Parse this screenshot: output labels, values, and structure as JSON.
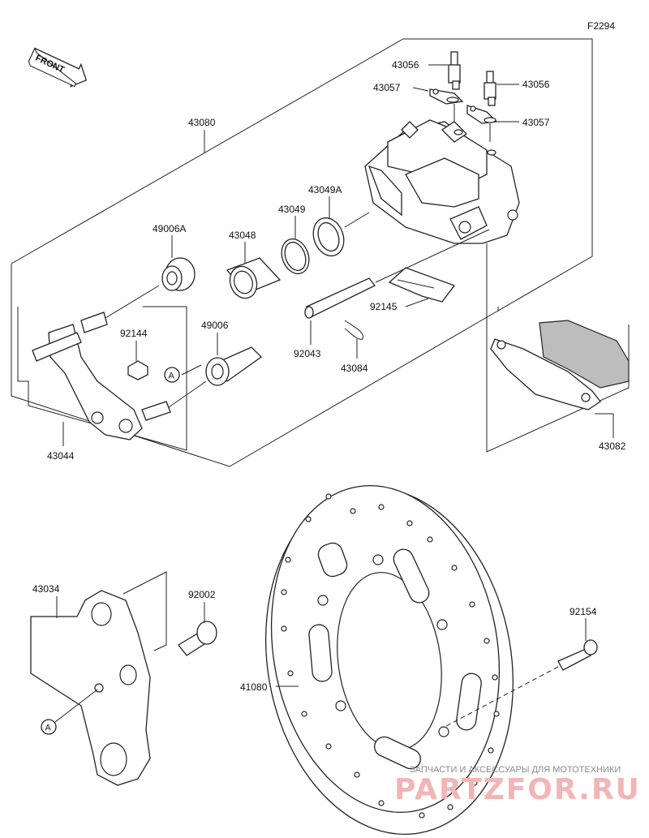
{
  "diagram_code": "F2294",
  "front_badge": "FRONT",
  "circle_marker": "A",
  "labels": {
    "p43056a": "43056",
    "p43057a": "43057",
    "p43056b": "43056",
    "p43057b": "43057",
    "p43080": "43080",
    "p43049A": "43049A",
    "p43049": "43049",
    "p49006A": "49006A",
    "p43048": "43048",
    "p92144": "92144",
    "p49006": "49006",
    "p92145": "92145",
    "p92043": "92043",
    "p43084": "43084",
    "p43044": "43044",
    "p43082": "43082",
    "p43034": "43034",
    "p92002": "92002",
    "p92154": "92154",
    "p41080": "41080"
  },
  "watermark": {
    "line1": "ЗАПЧАСТИ И АКСЕССУАРЫ ДЛЯ МОТОТЕХНИКИ",
    "line2": "PARTZFOR.RU"
  }
}
